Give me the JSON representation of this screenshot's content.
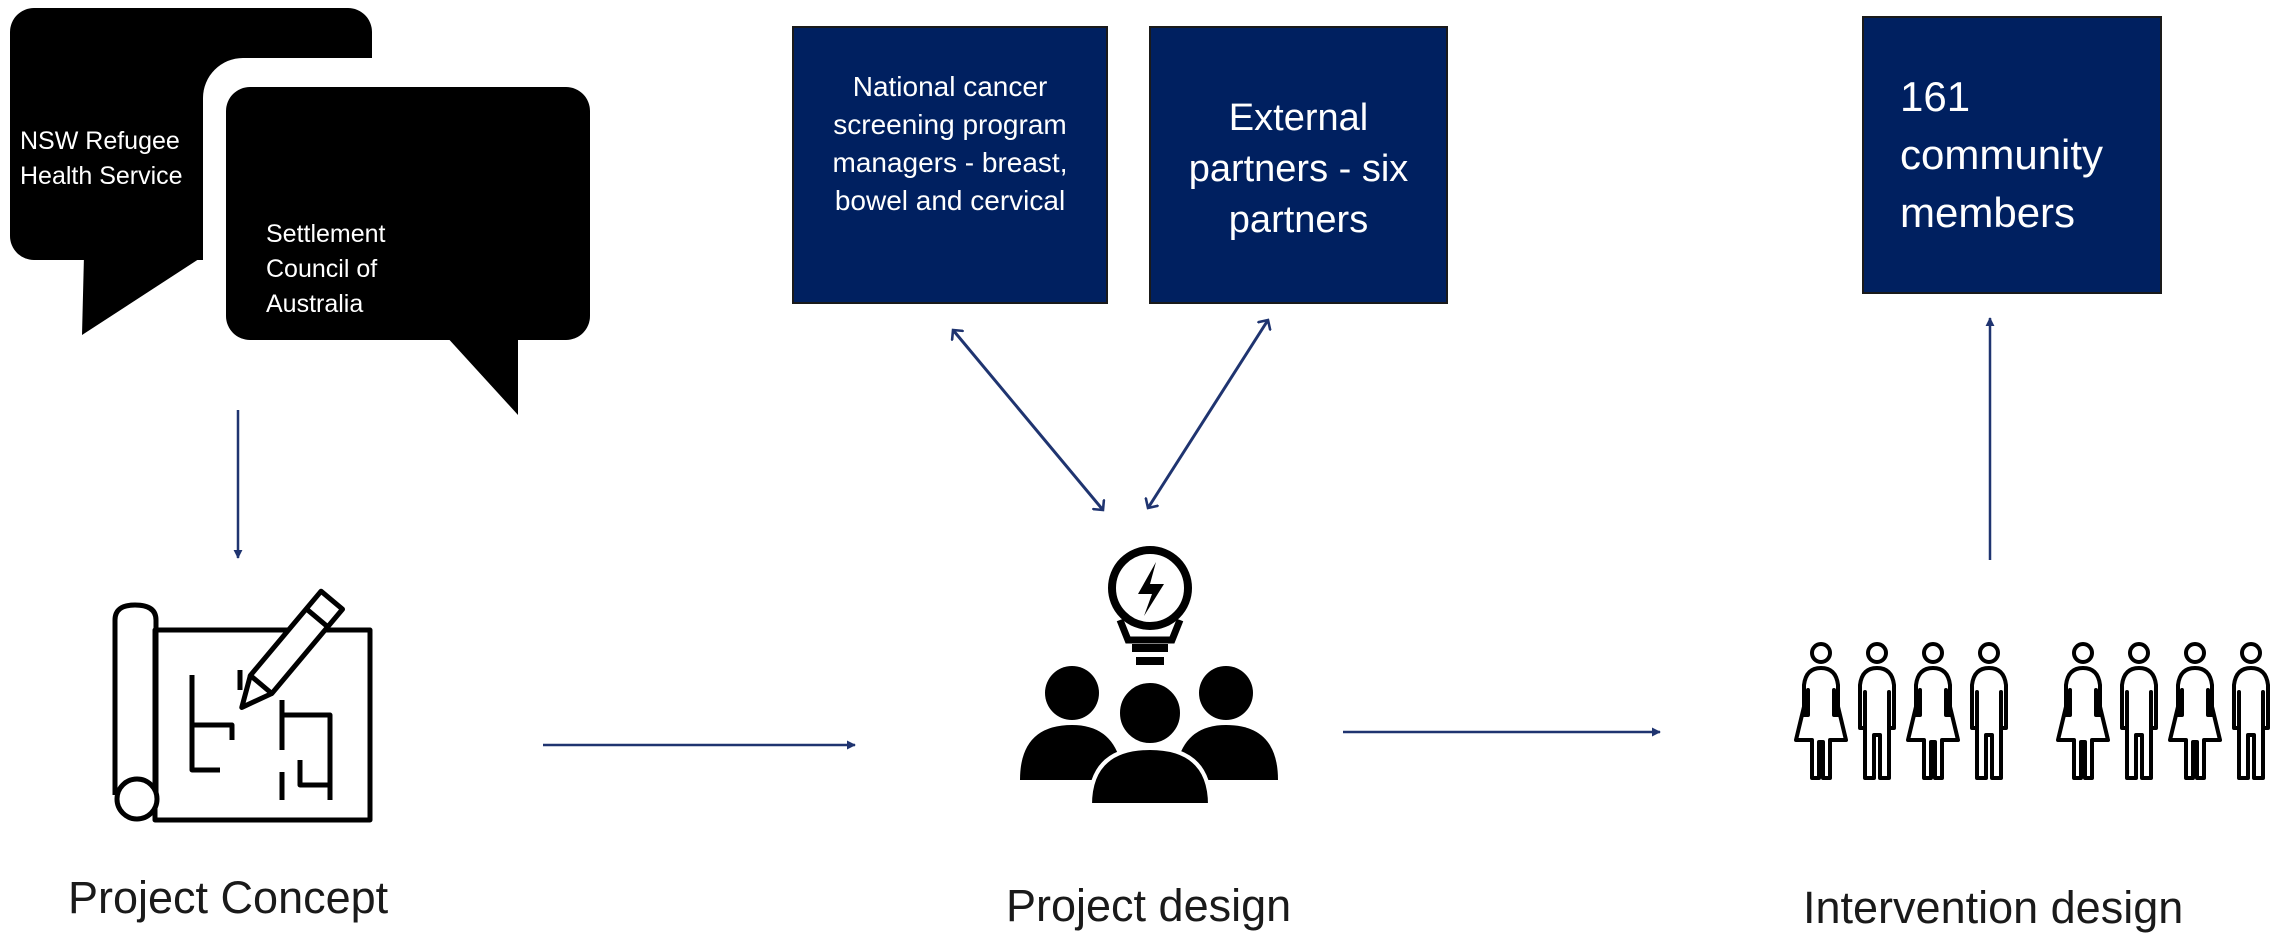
{
  "colors": {
    "navy": "#002060",
    "black": "#000000",
    "arrow": "#1f3470",
    "white": "#ffffff"
  },
  "bubbles": {
    "nsw": {
      "lines": [
        "NSW Refugee",
        "Health Service"
      ]
    },
    "settlement": {
      "lines": [
        "Settlement",
        "Council of",
        "Australia"
      ]
    }
  },
  "boxes": {
    "screening": {
      "lines": [
        "National cancer",
        "screening program",
        "managers  - breast,",
        "bowel and cervical"
      ]
    },
    "partners": {
      "lines": [
        "External",
        "partners - six",
        "partners"
      ]
    },
    "community": {
      "lines": [
        "161",
        "community",
        "members"
      ]
    }
  },
  "captions": {
    "concept": "Project Concept",
    "design": "Project design",
    "intervention": "Intervention design"
  },
  "icons": [
    "blueprint-pencil-icon",
    "idea-team-icon",
    "people-group-icon"
  ]
}
